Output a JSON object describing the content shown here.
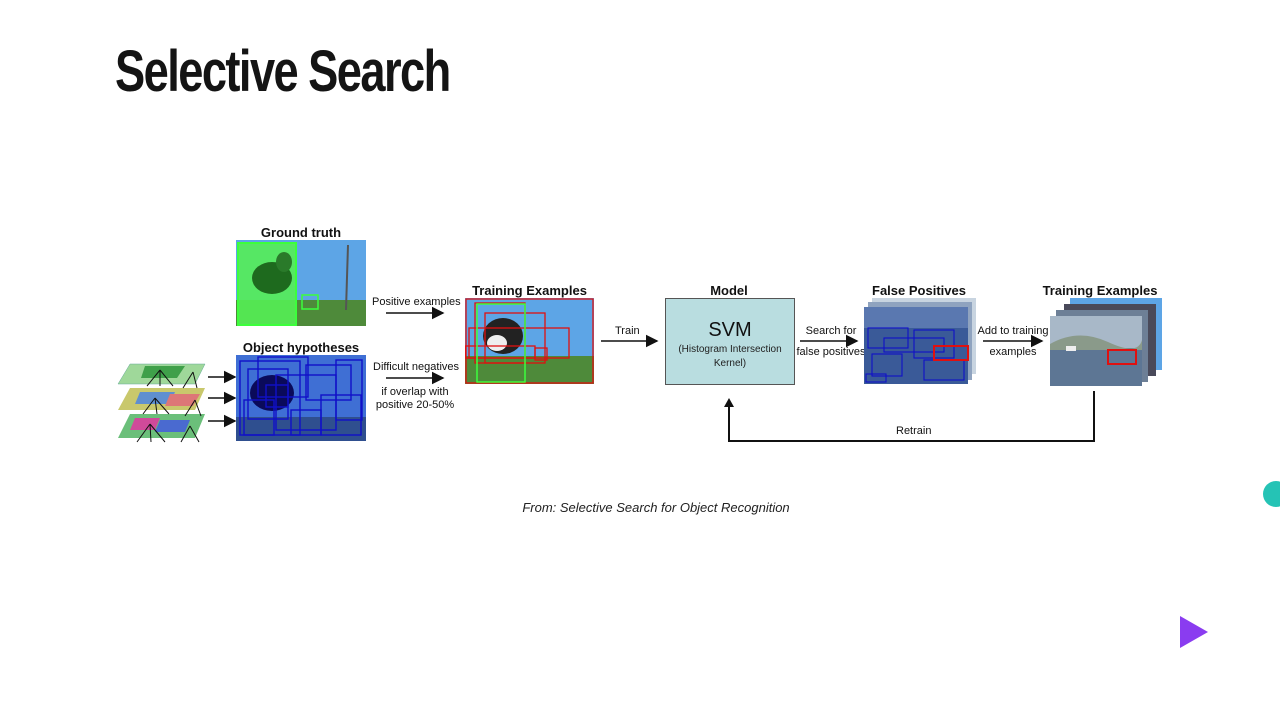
{
  "slide": {
    "title": "Selective Search",
    "source": "From: Selective Search for Object Recognition"
  },
  "diagram": {
    "ground_truth_title": "Ground truth",
    "object_hypotheses_title": "Object hypotheses",
    "positive_examples": "Positive examples",
    "difficult_negatives": "Difficult negatives",
    "overlap_line1": "if overlap with",
    "overlap_line2": "positive 20-50%",
    "training_examples_title": "Training Examples",
    "train": "Train",
    "model_title": "Model",
    "svm": "SVM",
    "svm_kernel_line1": "(Histogram Intersection",
    "svm_kernel_line2": "Kernel)",
    "search_for": "Search for",
    "false_positives_lower": "false positives",
    "false_positives_title": "False Positives",
    "add_to_training": "Add to training",
    "examples": "examples",
    "training_examples_title_2": "Training Examples",
    "retrain": "Retrain"
  },
  "colors": {
    "ground_truth_box": "#3cff3c",
    "hypothesis_box": "#1010c8",
    "negative_box": "#e01010",
    "model_fill": "#b9dde0",
    "accent_dot": "#25c3b5",
    "play_button": "#8a3cf0"
  },
  "icons": {
    "next": "play-triangle-icon"
  }
}
